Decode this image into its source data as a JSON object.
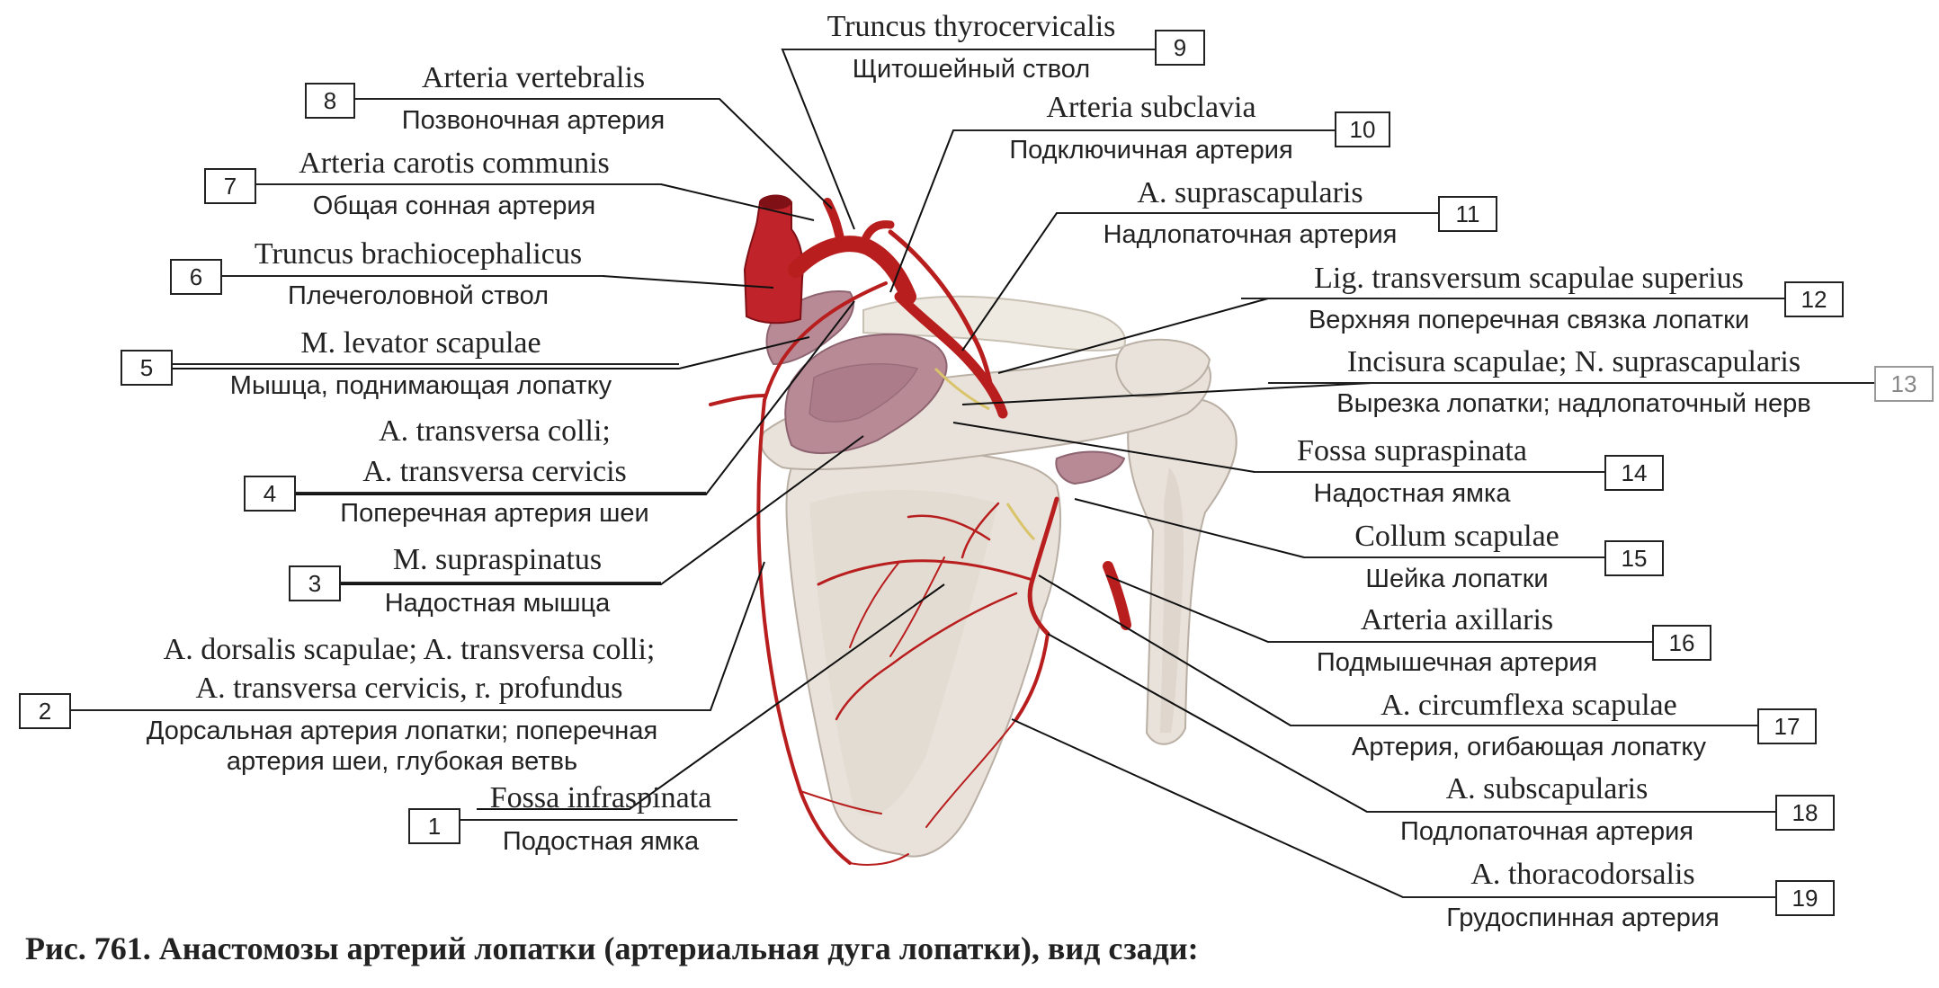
{
  "labels": [
    {
      "num": "1",
      "latin": "Fossa infraspinata",
      "russian": "Подостная ямка"
    },
    {
      "num": "2",
      "latin1": "A. dorsalis scapulae; A. transversa colli;",
      "latin2": "A. transversa cervicis, r. profundus",
      "russian1": "Дорсальная артерия лопатки; поперечная",
      "russian2": "артерия шеи, глубокая ветвь"
    },
    {
      "num": "3",
      "latin": "M. supraspinatus",
      "russian": "Надостная мышца"
    },
    {
      "num": "4",
      "latin1": "A. transversa colli;",
      "latin2": "A. transversa cervicis",
      "russian": "Поперечная артерия шеи"
    },
    {
      "num": "5",
      "latin": "M. levator scapulae",
      "russian": "Мышца, поднимающая лопатку"
    },
    {
      "num": "6",
      "latin": "Truncus brachiocephalicus",
      "russian": "Плечеголовной ствол"
    },
    {
      "num": "7",
      "latin": "Arteria carotis communis",
      "russian": "Общая сонная артерия"
    },
    {
      "num": "8",
      "latin": "Arteria vertebralis",
      "russian": "Позвоночная артерия"
    },
    {
      "num": "9",
      "latin": "Truncus thyrocervicalis",
      "russian": "Щитошейный ствол"
    },
    {
      "num": "10",
      "latin": "Arteria subclavia",
      "russian": "Подключичная артерия"
    },
    {
      "num": "11",
      "latin": "A. suprascapularis",
      "russian": "Надлопаточная артерия"
    },
    {
      "num": "12",
      "latin": "Lig. transversum scapulae superius",
      "russian": "Верхняя поперечная связка лопатки"
    },
    {
      "num": "13",
      "latin": "Incisura scapulae; N. suprascapularis",
      "russian": "Вырезка лопатки; надлопаточный нерв"
    },
    {
      "num": "14",
      "latin": "Fossa supraspinata",
      "russian": "Надостная ямка"
    },
    {
      "num": "15",
      "latin": "Collum scapulae",
      "russian": "Шейка лопатки"
    },
    {
      "num": "16",
      "latin": "Arteria axillaris",
      "russian": "Подмышечная артерия"
    },
    {
      "num": "17",
      "latin": "A. circumflexa scapulae",
      "russian": "Артерия, огибающая лопатку"
    },
    {
      "num": "18",
      "latin": "A. subscapularis",
      "russian": "Подлопаточная артерия"
    },
    {
      "num": "19",
      "latin": "A. thoracodorsalis",
      "russian": "Грудоспинная артерия"
    }
  ],
  "caption": "Рис. 761. Анастомозы артерий лопатки (артериальная дуга лопатки), вид сзади:",
  "colors": {
    "artery": "#c0242a",
    "bone": "#e8e2da",
    "muscle": "#b78a96",
    "nerve": "#d9c46a",
    "text": "#222222"
  }
}
